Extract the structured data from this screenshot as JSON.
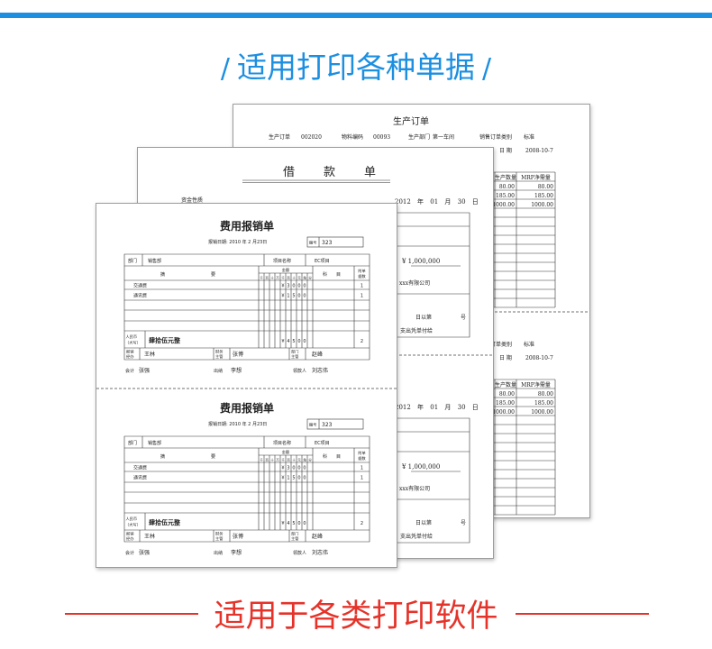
{
  "colors": {
    "blue": "#1d8fe1",
    "red": "#e5332a"
  },
  "header": {
    "slash": "/",
    "title": "适用打印各种单据"
  },
  "footer": {
    "title": "适用于各类打印软件"
  },
  "production_order": {
    "title": "生产订单",
    "fields": [
      {
        "label": "生产订单",
        "value": "002020"
      },
      {
        "label": "物料编码",
        "value": "00093"
      },
      {
        "label": "生产部门",
        "value": "第一车间"
      },
      {
        "label": "销售订单类别",
        "value": "标准"
      }
    ],
    "date_label": "日 期",
    "date_value": "2008-10-7",
    "columns": [
      "生产数量",
      "MRP净需量"
    ],
    "rows": [
      [
        "80.00",
        "80.00"
      ],
      [
        "185.00",
        "185.00"
      ],
      [
        "1000.00",
        "1000.00"
      ]
    ]
  },
  "loan_slip": {
    "title": "借款单",
    "fund_label": "资金性质",
    "date": "2012 年 01 月 30 日",
    "amount": "¥ 1,000,000",
    "company": "xxx有限公司",
    "ref_prefix": "日以第",
    "ref_suffix": "号",
    "payment_note": "支出凭单付给"
  },
  "expense_form": {
    "title": "费用报销单",
    "date_line": "报销日期: 2010 年 2 月23日",
    "number_label": "编号",
    "number": "323",
    "dept_label": "部门",
    "dept": "销售部",
    "project_label": "项目名称",
    "project": "EC项目",
    "summary_header": "摘要",
    "amount_header": "金额",
    "digit_headers": [
      "千",
      "百",
      "十",
      "万",
      "千",
      "百",
      "十",
      "元",
      "角",
      "分"
    ],
    "subject_header": "科目",
    "attach_header": [
      "附单",
      "据数"
    ],
    "items": [
      {
        "name": "交通费",
        "amount": "¥3000",
        "attachments": "1"
      },
      {
        "name": "通讯费",
        "amount": "¥1500",
        "attachments": "1"
      }
    ],
    "total": {
      "label": [
        "人民币",
        "（大写）"
      ],
      "words": "肆拾伍元整",
      "amount": "¥4500",
      "attachments": "2"
    },
    "signoffs": [
      {
        "label": [
          "报销",
          "经办"
        ],
        "name": "王林"
      },
      {
        "label": [
          "财务",
          "主管"
        ],
        "name": "张博"
      },
      {
        "label": [
          "部门",
          "主管"
        ],
        "name": "赵峰"
      }
    ],
    "footer": [
      {
        "label": "会计",
        "name": "张强"
      },
      {
        "label": "出纳",
        "name": "李想"
      },
      {
        "label": "领款人",
        "name": "刘志伟"
      }
    ]
  }
}
